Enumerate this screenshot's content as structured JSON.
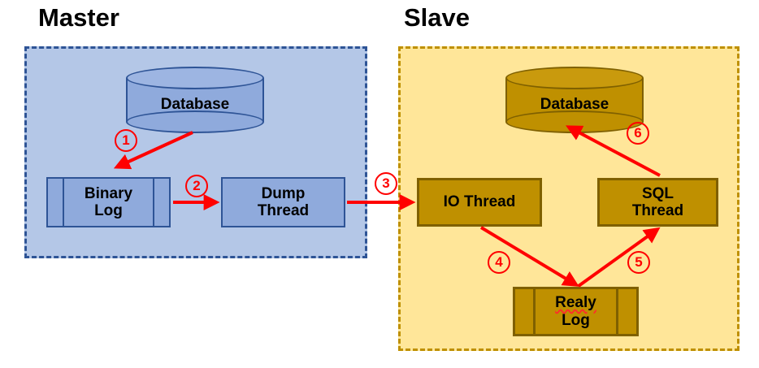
{
  "diagram": {
    "title_master": "Master",
    "title_slave": "Slave",
    "colors": {
      "master_panel_fill": "#b4c7e7",
      "master_panel_border": "#2e5496",
      "master_box_fill": "#8faadc",
      "slave_panel_fill": "#ffe699",
      "slave_panel_border": "#bf9000",
      "slave_box_fill": "#bf9000",
      "slave_box_border": "#7f6000",
      "arrow": "#ff0000",
      "text": "#000000"
    }
  },
  "master": {
    "label": "Master",
    "nodes": {
      "database": "Database",
      "binary_log": "Binary Log",
      "binary_log_line1": "Binary",
      "binary_log_line2": "Log",
      "dump_thread": "Dump Thread",
      "dump_thread_line1": "Dump",
      "dump_thread_line2": "Thread"
    }
  },
  "slave": {
    "label": "Slave",
    "nodes": {
      "database": "Database",
      "io_thread": "IO Thread",
      "sql_thread": "SQL Thread",
      "sql_thread_line1": "SQL",
      "sql_thread_line2": "Thread",
      "relay_log": "Realy Log",
      "relay_log_line1": "Realy",
      "relay_log_line2": "Log"
    }
  },
  "steps": [
    {
      "id": 1,
      "marker": "①",
      "number": "1",
      "from": "master.database",
      "to": "master.binary_log"
    },
    {
      "id": 2,
      "marker": "②",
      "number": "2",
      "from": "master.binary_log",
      "to": "master.dump_thread"
    },
    {
      "id": 3,
      "marker": "③",
      "number": "3",
      "from": "master.dump_thread",
      "to": "slave.io_thread"
    },
    {
      "id": 4,
      "marker": "④",
      "number": "4",
      "from": "slave.io_thread",
      "to": "slave.relay_log"
    },
    {
      "id": 5,
      "marker": "⑤",
      "number": "5",
      "from": "slave.relay_log",
      "to": "slave.sql_thread"
    },
    {
      "id": 6,
      "marker": "⑥",
      "number": "6",
      "from": "slave.sql_thread",
      "to": "slave.database"
    }
  ]
}
